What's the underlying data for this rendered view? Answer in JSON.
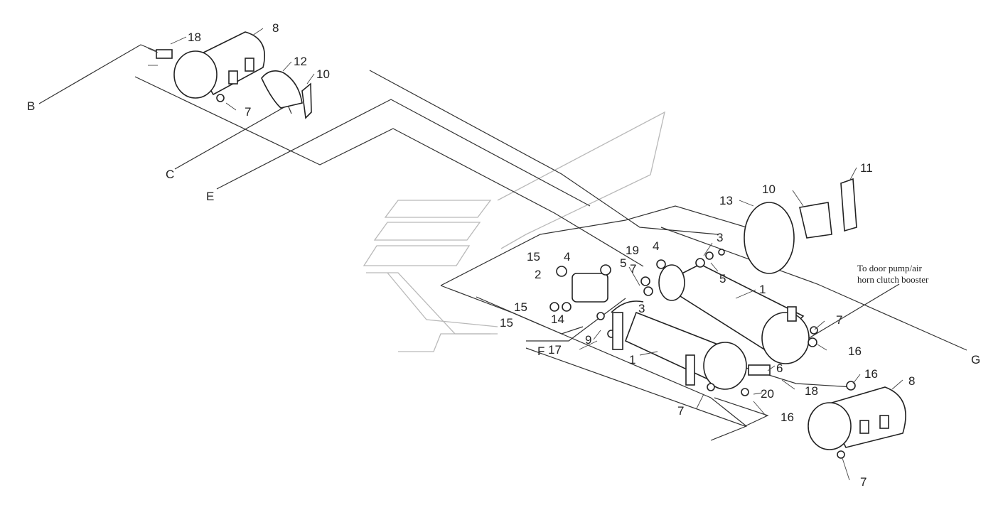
{
  "diagram": {
    "note": [
      "To door pump/air",
      "horn clutch booster"
    ],
    "letters": [
      "B",
      "C",
      "E",
      "F",
      "G"
    ],
    "callouts": [
      {
        "n": "18"
      },
      {
        "n": "8"
      },
      {
        "n": "12"
      },
      {
        "n": "10"
      },
      {
        "n": "7"
      },
      {
        "n": "13"
      },
      {
        "n": "10"
      },
      {
        "n": "11"
      },
      {
        "n": "3"
      },
      {
        "n": "4"
      },
      {
        "n": "5"
      },
      {
        "n": "15"
      },
      {
        "n": "4"
      },
      {
        "n": "19"
      },
      {
        "n": "5"
      },
      {
        "n": "2"
      },
      {
        "n": "7"
      },
      {
        "n": "15"
      },
      {
        "n": "15"
      },
      {
        "n": "14"
      },
      {
        "n": "3"
      },
      {
        "n": "17"
      },
      {
        "n": "9"
      },
      {
        "n": "1"
      },
      {
        "n": "1"
      },
      {
        "n": "7"
      },
      {
        "n": "16"
      },
      {
        "n": "6"
      },
      {
        "n": "18"
      },
      {
        "n": "16"
      },
      {
        "n": "20"
      },
      {
        "n": "16"
      },
      {
        "n": "8"
      },
      {
        "n": "7"
      },
      {
        "n": "7"
      }
    ]
  }
}
